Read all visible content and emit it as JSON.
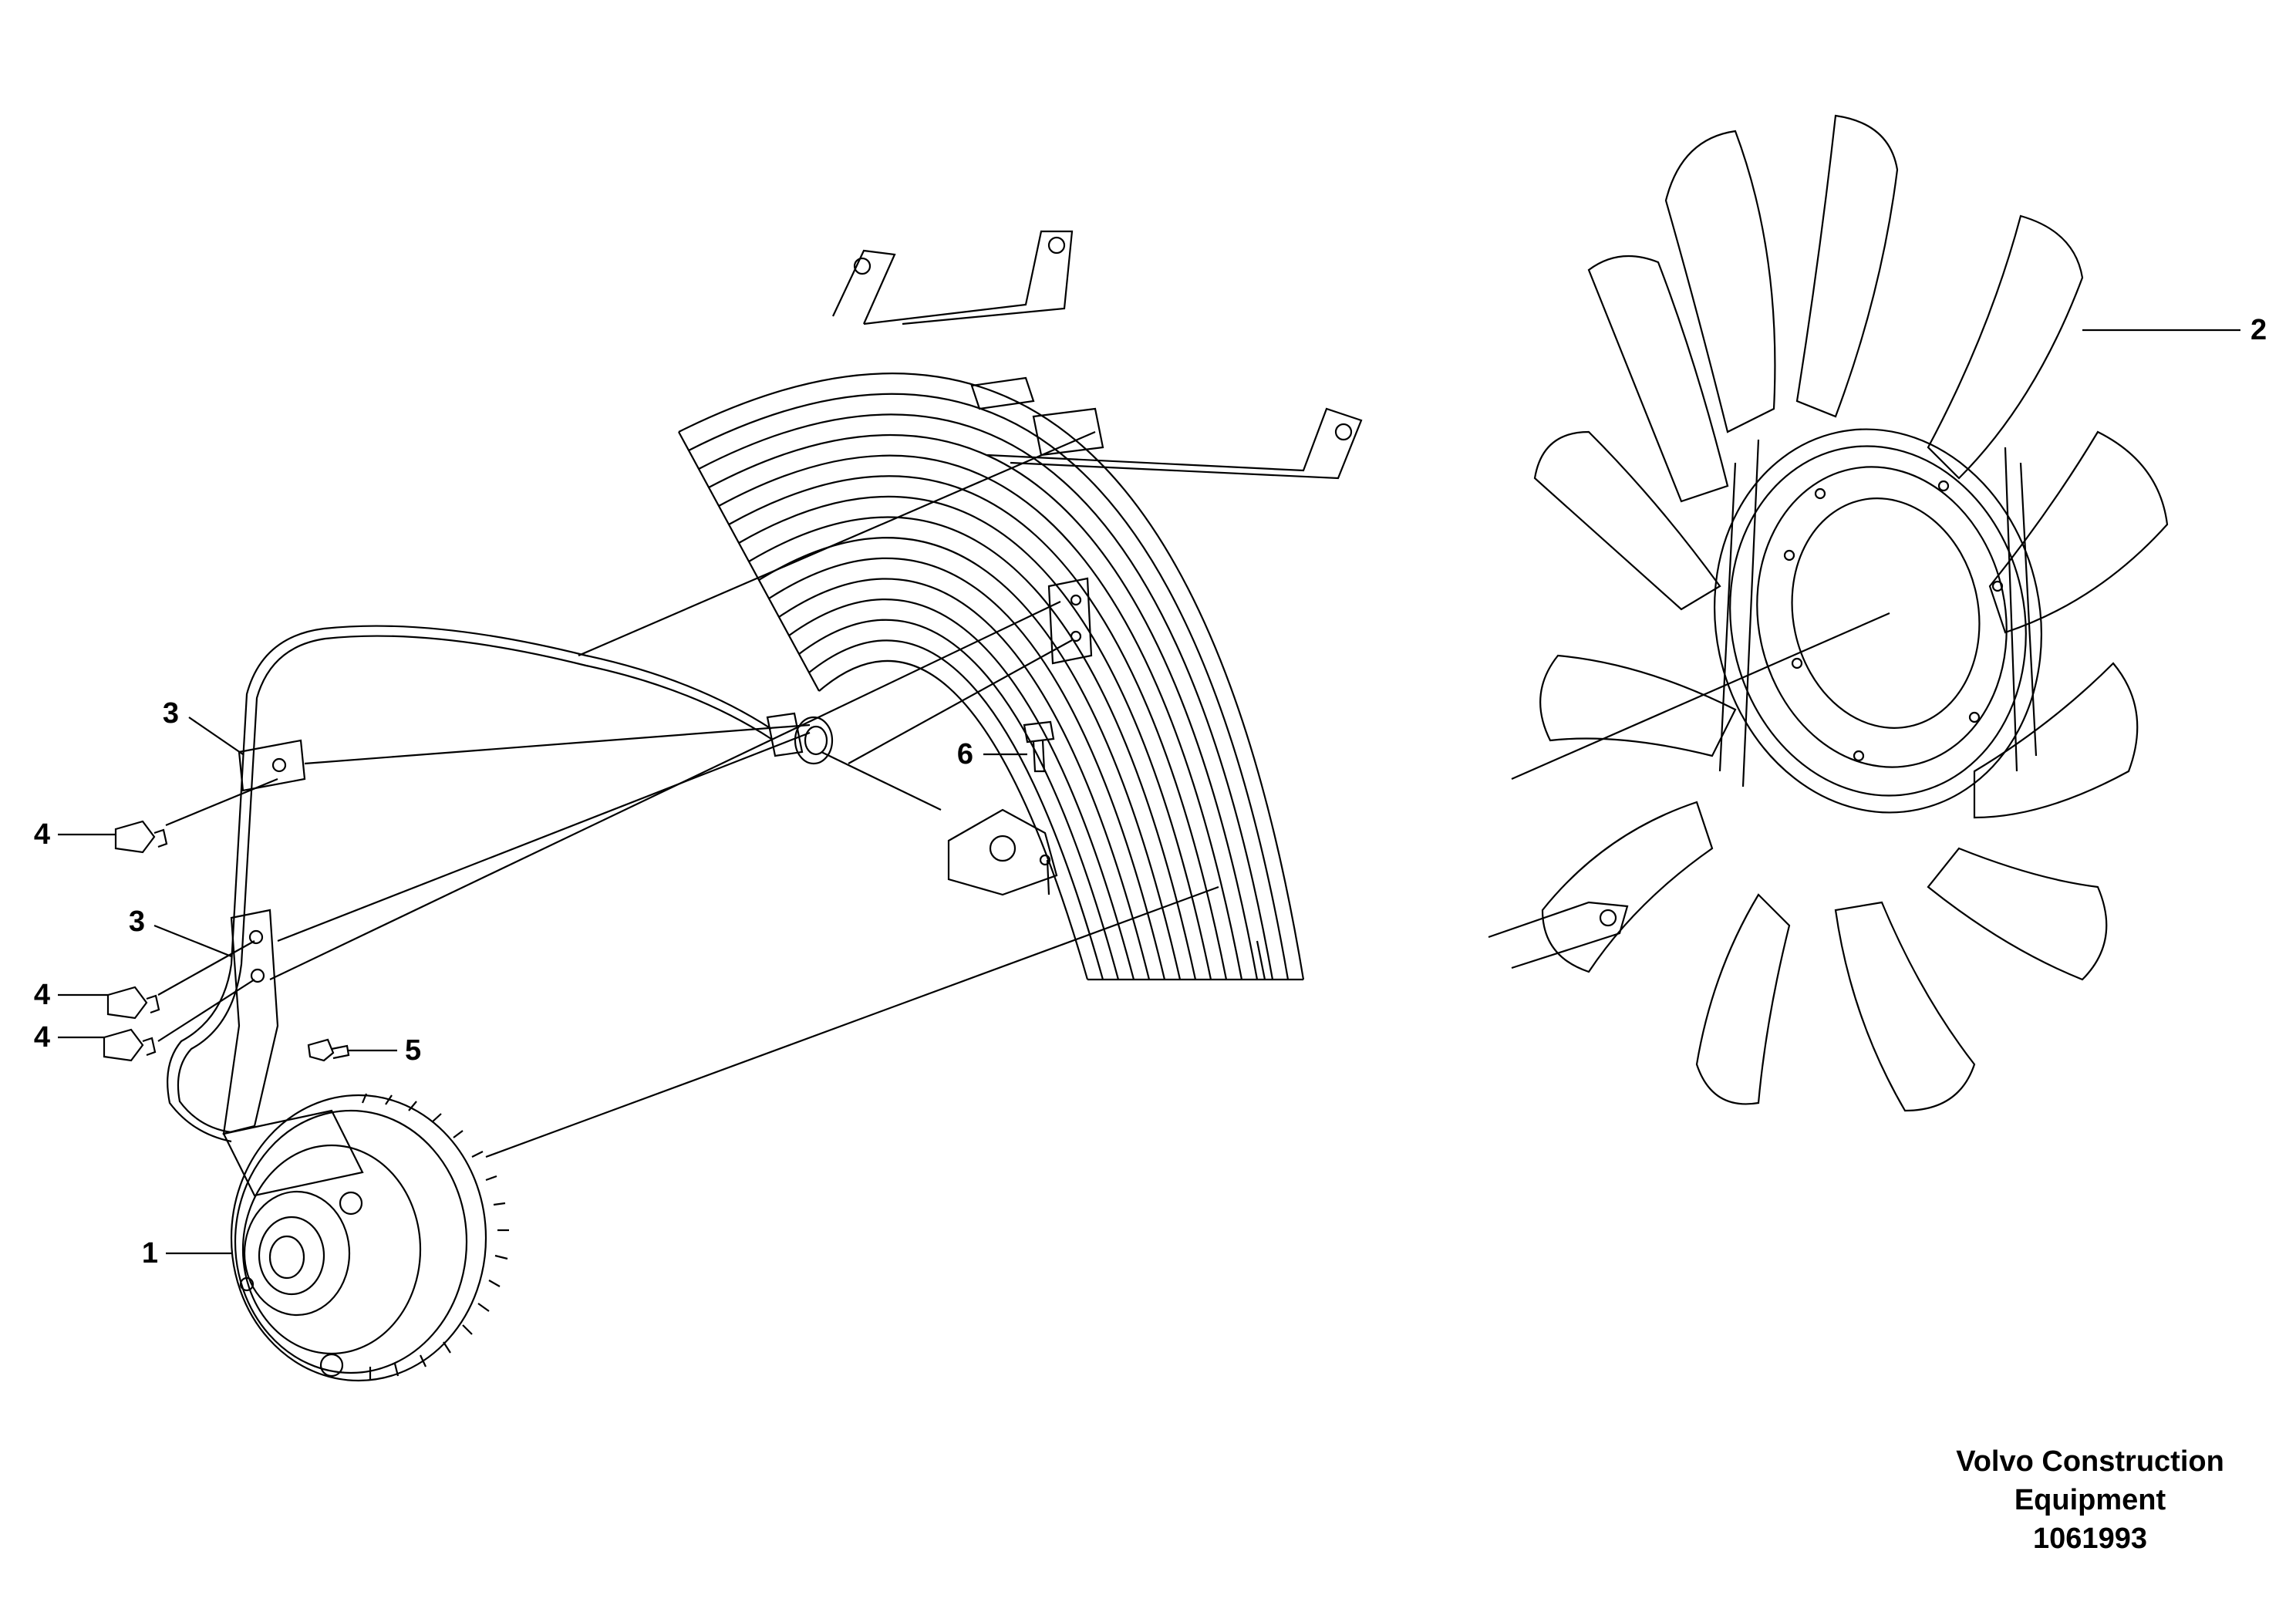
{
  "callouts": {
    "item_1": "1",
    "item_2": "2",
    "item_3a": "3",
    "item_3b": "3",
    "item_4a": "4",
    "item_4b": "4",
    "item_4c": "4",
    "item_5": "5",
    "item_6": "6"
  },
  "caption": {
    "line1": "Volvo Construction",
    "line2": "Equipment",
    "line3": "1061993"
  },
  "colors": {
    "line": "#000000",
    "background": "#ffffff"
  }
}
